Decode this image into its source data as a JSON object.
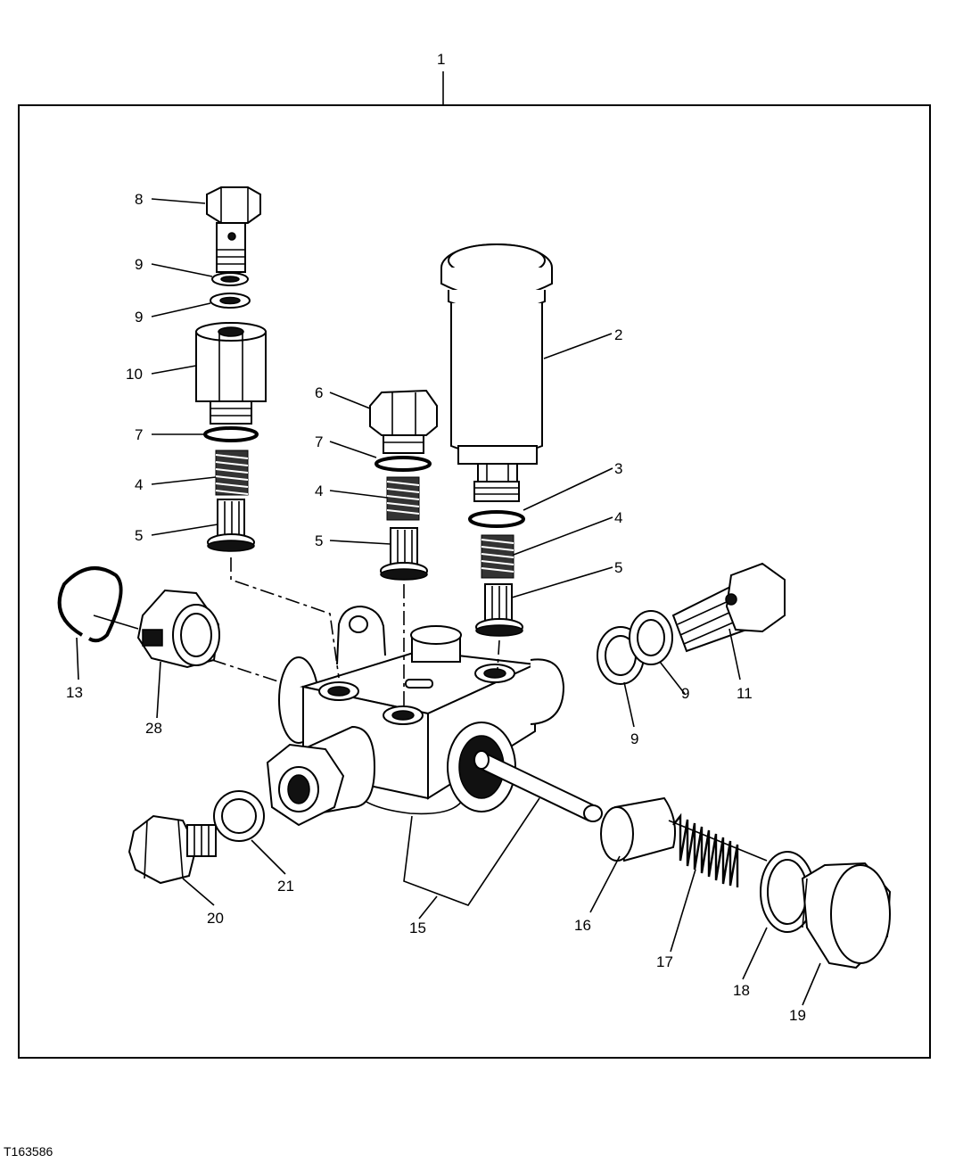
{
  "figure_code": "T163586",
  "callouts": {
    "c1": "1",
    "c2": "2",
    "c3": "3",
    "c4a": "4",
    "c4b": "4",
    "c4c": "4",
    "c5a": "5",
    "c5b": "5",
    "c5c": "5",
    "c6": "6",
    "c7a": "7",
    "c7b": "7",
    "c8": "8",
    "c9a": "9",
    "c9b": "9",
    "c9c": "9",
    "c9d": "9",
    "c10": "10",
    "c11": "11",
    "c13": "13",
    "c15": "15",
    "c16": "16",
    "c17": "17",
    "c18": "18",
    "c19": "19",
    "c20": "20",
    "c21": "21",
    "c28": "28"
  }
}
